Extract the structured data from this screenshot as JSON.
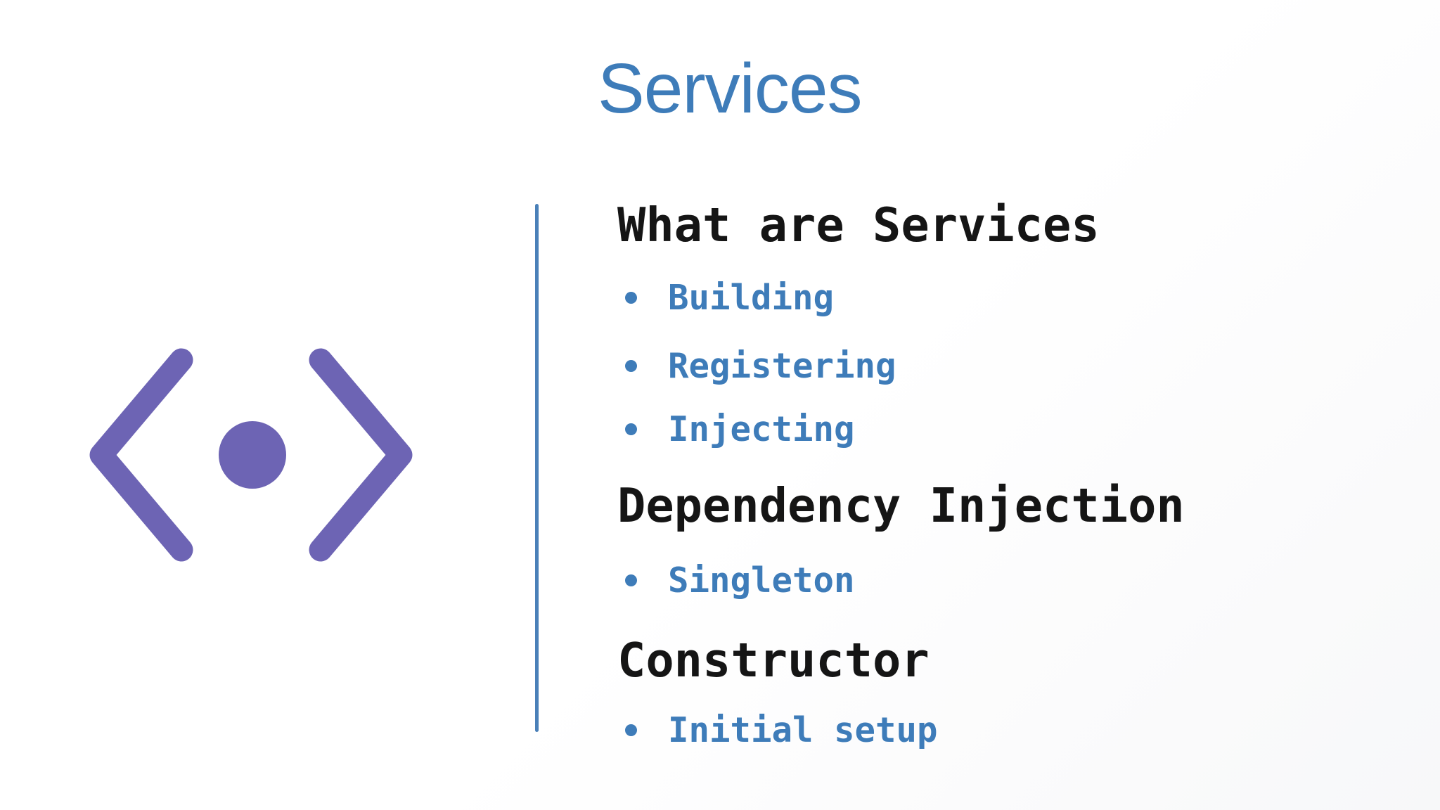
{
  "slide": {
    "title": "Services",
    "icon": "code-chevrons-dot-icon",
    "outline": {
      "sections": [
        {
          "heading": "What are Services",
          "bullets": [
            "Building",
            "Registering",
            "Injecting"
          ]
        },
        {
          "heading": "Dependency Injection",
          "bullets": [
            "Singleton"
          ]
        },
        {
          "heading": "Constructor",
          "bullets": [
            "Initial setup"
          ]
        }
      ]
    },
    "colors": {
      "title_blue": "#3E7CB9",
      "bullet_blue": "#3E7CB9",
      "divider_blue": "#4A80B8",
      "icon_purple": "#6D64B4",
      "heading_black": "#151515",
      "background": "#FFFFFF"
    }
  }
}
